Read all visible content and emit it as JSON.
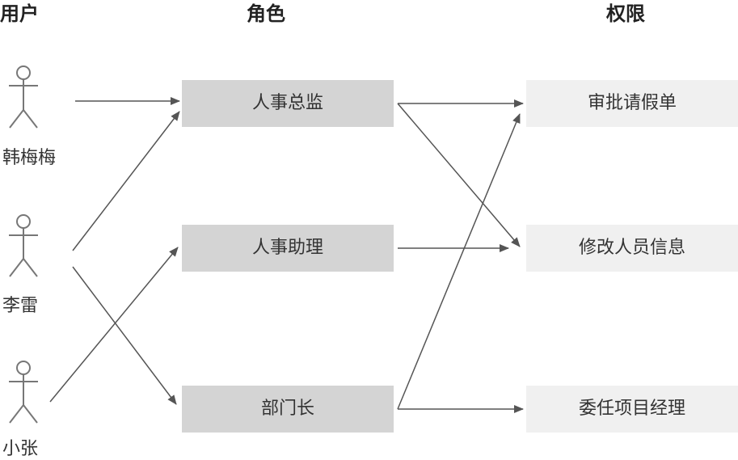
{
  "headers": {
    "users": "用户",
    "roles": "角色",
    "permissions": "权限"
  },
  "users": [
    {
      "name": "韩梅梅"
    },
    {
      "name": "李雷"
    },
    {
      "name": "小张"
    }
  ],
  "roles": [
    {
      "label": "人事总监"
    },
    {
      "label": "人事助理"
    },
    {
      "label": "部门长"
    }
  ],
  "permissions": [
    {
      "label": "审批请假单"
    },
    {
      "label": "修改人员信息"
    },
    {
      "label": "委任项目经理"
    }
  ],
  "colors": {
    "line": "#555555",
    "figure": "#777777",
    "role_fill": "#d4d4d4",
    "permission_fill": "#f0f0f0"
  },
  "icons": {
    "user": "stick-figure-icon",
    "arrow": "arrow-head-icon"
  }
}
